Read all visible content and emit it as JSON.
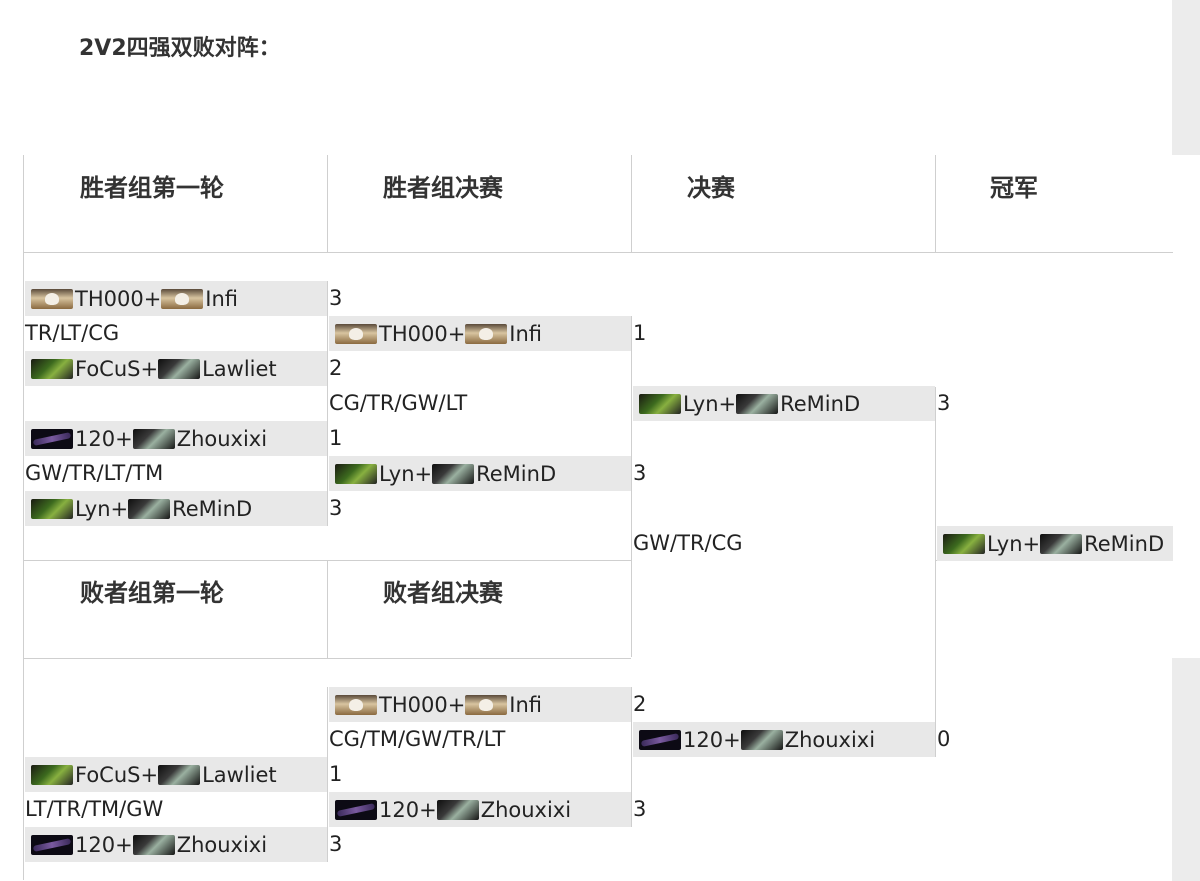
{
  "title": "2V2四强双败对阵：",
  "headers": {
    "wb_round1": "胜者组第一轮",
    "wb_final": "胜者组决赛",
    "final": "决赛",
    "champion": "冠军",
    "lb_round1": "败者组第一轮",
    "lb_final": "败者组决赛"
  },
  "teams": {
    "th000_infi": {
      "p1": "TH000+",
      "p2": "Infi",
      "icon1": "human-icon",
      "icon2": "human-icon"
    },
    "focus_lawliet": {
      "p1": "FoCuS+",
      "p2": "Lawliet",
      "icon1": "night-elf-icon",
      "icon2": "undead-icon"
    },
    "x120_zhouxixi": {
      "p1": "120+",
      "p2": "Zhouxixi",
      "icon1": "scythe-icon",
      "icon2": "undead-icon"
    },
    "lyn_remind": {
      "p1": "Lyn+",
      "p2": "ReMinD",
      "icon1": "night-elf-icon",
      "icon2": "undead-icon"
    }
  },
  "wb_round1": {
    "m1": {
      "team_a": "TH000+",
      "team_a2": "Infi",
      "score_a": "3",
      "maps": "TR/LT/CG",
      "team_b": "FoCuS+",
      "team_b2": "Lawliet",
      "score_b": "2"
    },
    "m2": {
      "team_a": "120+",
      "team_a2": "Zhouxixi",
      "score_a": "1",
      "maps": "GW/TR/LT/TM",
      "team_b": "Lyn+",
      "team_b2": "ReMinD",
      "score_b": "3"
    }
  },
  "wb_final": {
    "team_a": "TH000+",
    "team_a2": "Infi",
    "score_a": "1",
    "maps": "CG/TR/GW/LT",
    "team_b": "Lyn+",
    "team_b2": "ReMinD",
    "score_b": "3"
  },
  "final": {
    "team_a": "Lyn+",
    "team_a2": "ReMinD",
    "score_a": "3",
    "maps": "GW/TR/CG",
    "team_b": "120+",
    "team_b2": "Zhouxixi",
    "score_b": "0"
  },
  "champion": {
    "team": "Lyn+",
    "team2": "ReMinD"
  },
  "lb_final": {
    "team_a": "TH000+",
    "team_a2": "Infi",
    "score_a": "2",
    "maps": "CG/TM/GW/TR/LT",
    "team_b": "120+",
    "team_b2": "Zhouxixi",
    "score_b": "3"
  },
  "lb_round1": {
    "team_a": "FoCuS+",
    "team_a2": "Lawliet",
    "score_a": "1",
    "maps": "LT/TR/TM/GW",
    "team_b": "120+",
    "team_b2": "Zhouxixi",
    "score_b": "3"
  }
}
